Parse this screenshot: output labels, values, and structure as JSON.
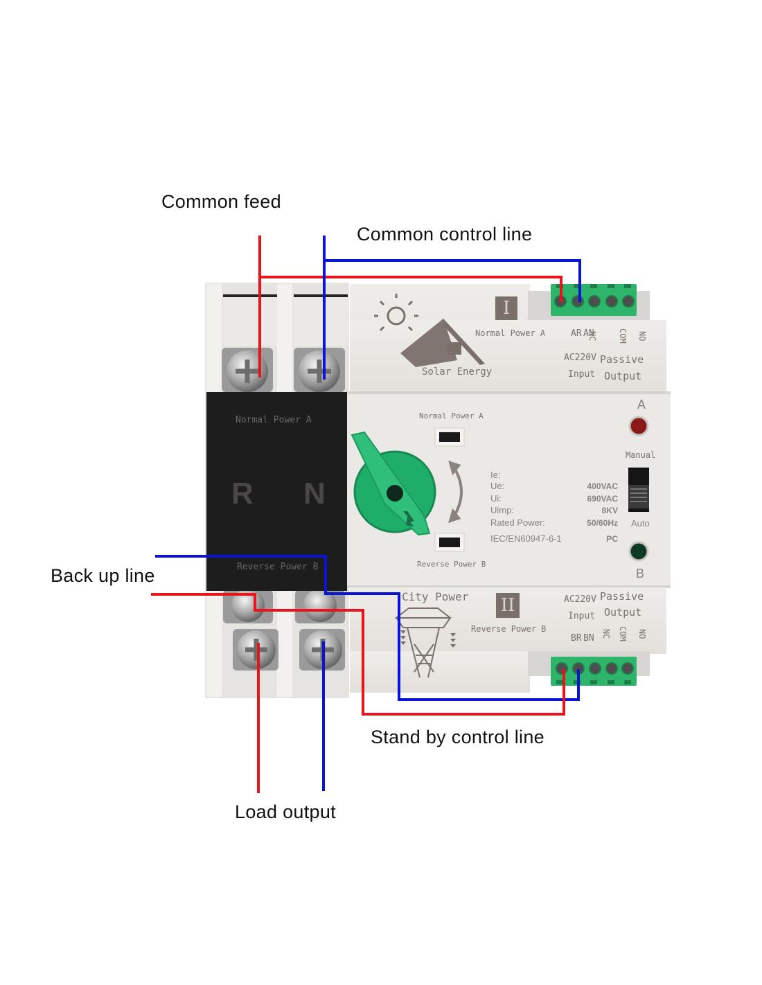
{
  "callouts": {
    "common_feed": "Common feed",
    "common_control_line": "Common control line",
    "back_up_line": "Back up line",
    "stand_by_control_line": "Stand by control line",
    "load_output": "Load output"
  },
  "wire_colors": {
    "live": "#e8141c",
    "neutral": "#0a14d6"
  },
  "device": {
    "top_module": {
      "roman": "I",
      "power_label": "Normal Power A",
      "brand_label": "Solar Energy",
      "terminals": {
        "ar": "AR",
        "an": "AN",
        "nc": "NC",
        "com": "COM",
        "no": "NO"
      },
      "input_voltage": "AC220V",
      "input_label": "Input",
      "passive_label": "Passive",
      "output_label": "Output"
    },
    "bottom_module": {
      "roman": "II",
      "power_label": "Reverse Power B",
      "brand_label": "City Power",
      "terminals": {
        "br": "BR",
        "bn": "BN",
        "nc": "NC",
        "com": "COM",
        "no": "NO"
      },
      "input_voltage": "AC220V",
      "input_label": "Input",
      "passive_label": "Passive",
      "output_label": "Output"
    },
    "black_cover": {
      "top_label": "Normal Power A",
      "pole_r": "R",
      "pole_n": "N",
      "bottom_label": "Reverse Power B"
    },
    "front_panel": {
      "window_top_label": "Normal Power A",
      "window_bottom_label": "Reverse Power B",
      "indicator_a": "A",
      "indicator_b": "B",
      "mode_manual": "Manual",
      "mode_auto": "Auto",
      "specs": [
        {
          "key": "Ie:",
          "value": ""
        },
        {
          "key": "Ue:",
          "value": "400VAC"
        },
        {
          "key": "Ui:",
          "value": "690VAC"
        },
        {
          "key": "Uimp:",
          "value": "8KV"
        },
        {
          "key": "Rated Power:",
          "value": "50/60Hz"
        },
        {
          "key": "IEC/EN60947-6-1",
          "value": "PC"
        }
      ],
      "accent_green": "#1fae6a",
      "led_a_color": "#8a1a1a",
      "led_b_color": "#0f3a22"
    }
  }
}
